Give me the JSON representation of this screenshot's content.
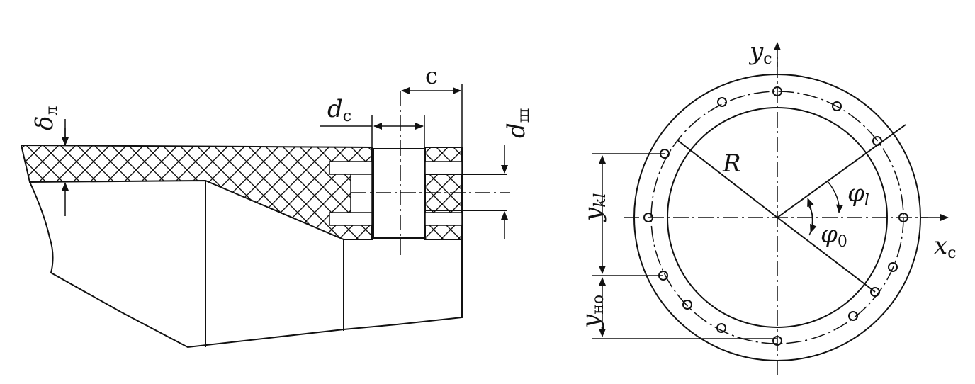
{
  "labels": {
    "delta": {
      "main": "δ",
      "sub": "л"
    },
    "d_c": {
      "main": "d",
      "sub": "с"
    },
    "c": "с",
    "d_sh": {
      "main": "d",
      "sub": "ш"
    },
    "y_c": {
      "main": "y",
      "sub": "с"
    },
    "R": "R",
    "phi_1": {
      "main": "φ",
      "sub": "l"
    },
    "phi_0": {
      "main": "φ",
      "sub": "0"
    },
    "x_c": {
      "main": "x",
      "sub": "с"
    },
    "y_kl": {
      "main": "y",
      "sub": "kl"
    },
    "y_no": {
      "main": "y",
      "sub": "но"
    }
  },
  "colors": {
    "ink": "#111111",
    "paper": "#ffffff"
  }
}
